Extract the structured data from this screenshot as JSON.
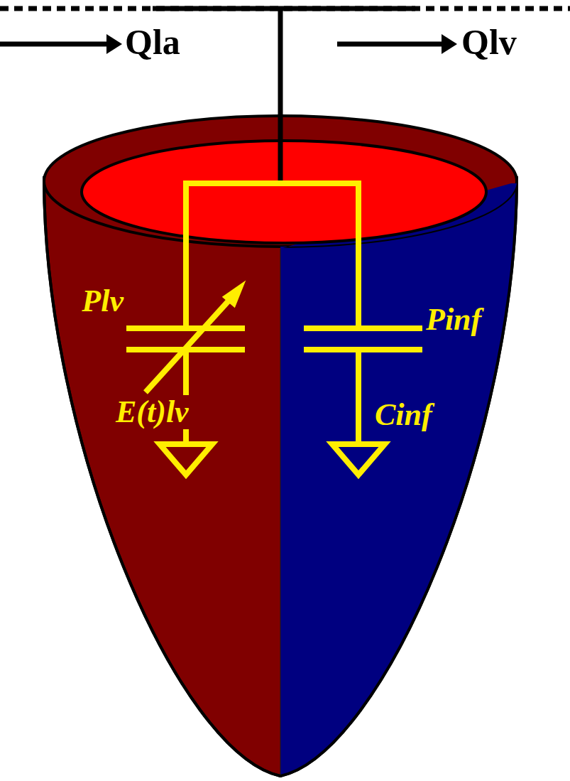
{
  "diagram": {
    "labels": [
      "Qla",
      "Qlv",
      "Plv",
      "E(t)lv",
      "Pinf",
      "Cinf"
    ]
  }
}
